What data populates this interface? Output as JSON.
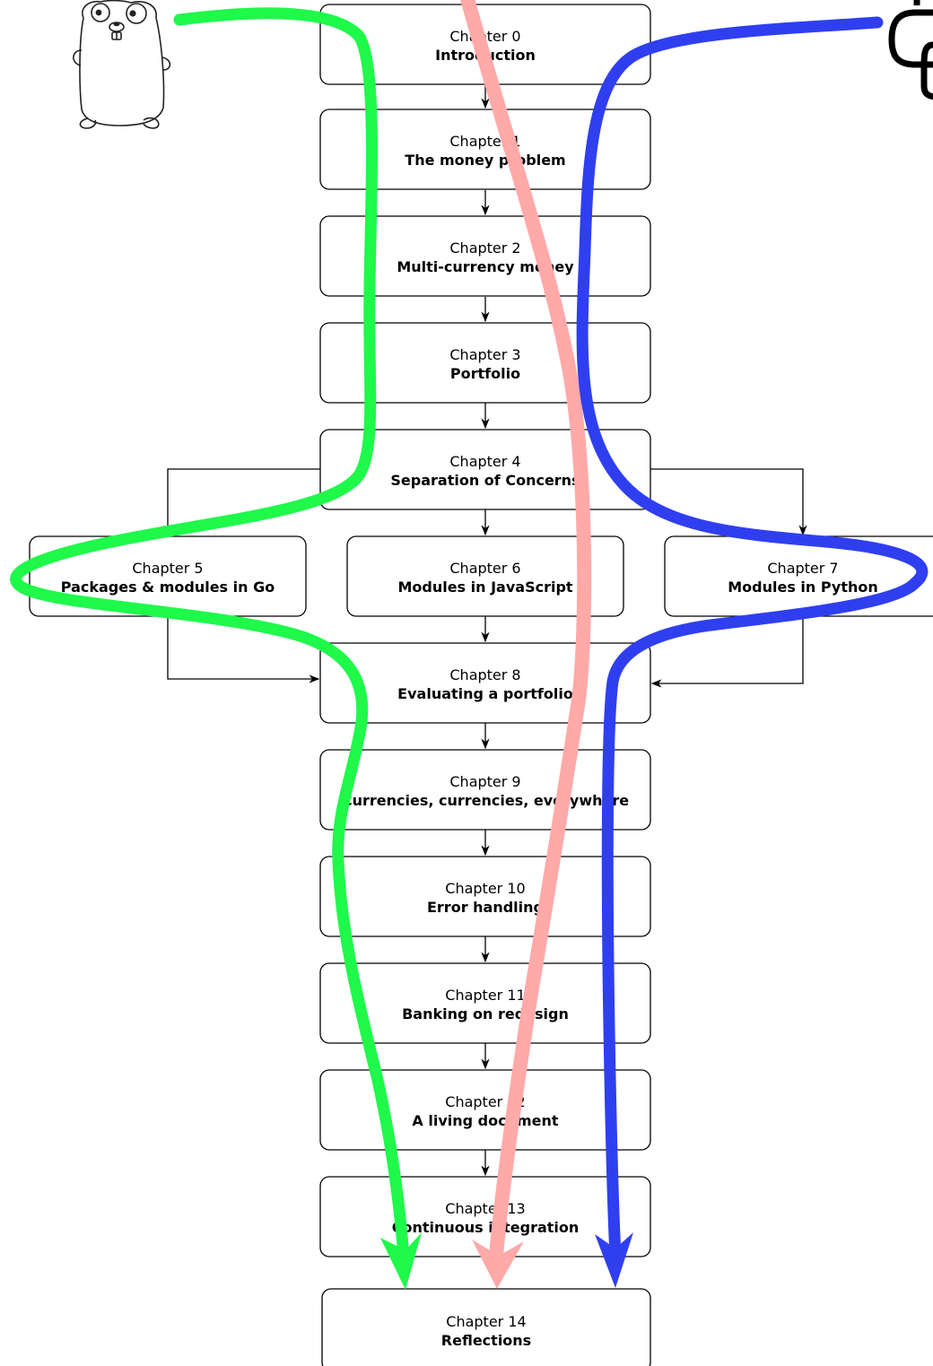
{
  "diagram": {
    "chapters": [
      {
        "label": "Chapter 0",
        "title": "Introduction"
      },
      {
        "label": "Chapter 1",
        "title": "The money problem"
      },
      {
        "label": "Chapter 2",
        "title": "Multi-currency money"
      },
      {
        "label": "Chapter 3",
        "title": "Portfolio"
      },
      {
        "label": "Chapter 4",
        "title": "Separation of Concerns"
      },
      {
        "label": "Chapter 5",
        "title": "Packages & modules in Go"
      },
      {
        "label": "Chapter 6",
        "title": "Modules in JavaScript"
      },
      {
        "label": "Chapter 7",
        "title": "Modules in Python"
      },
      {
        "label": "Chapter 8",
        "title": "Evaluating a portfolio"
      },
      {
        "label": "Chapter 9",
        "title": "Currencies, currencies, everywhere"
      },
      {
        "label": "Chapter 10",
        "title": "Error handling"
      },
      {
        "label": "Chapter 11",
        "title": "Banking on redesign"
      },
      {
        "label": "Chapter 12",
        "title": "A living document"
      },
      {
        "label": "Chapter 13",
        "title": "Continuous integration"
      },
      {
        "label": "Chapter 14",
        "title": "Reflections"
      }
    ],
    "paths": [
      {
        "language": "Go",
        "color": "#1ef94a",
        "icon": "gopher-icon"
      },
      {
        "language": "JavaScript",
        "color": "#ffa9a9",
        "icon": ""
      },
      {
        "language": "Python",
        "color": "#2f3ff0",
        "icon": "python-logo-icon"
      }
    ],
    "connector_color": "#000000"
  }
}
